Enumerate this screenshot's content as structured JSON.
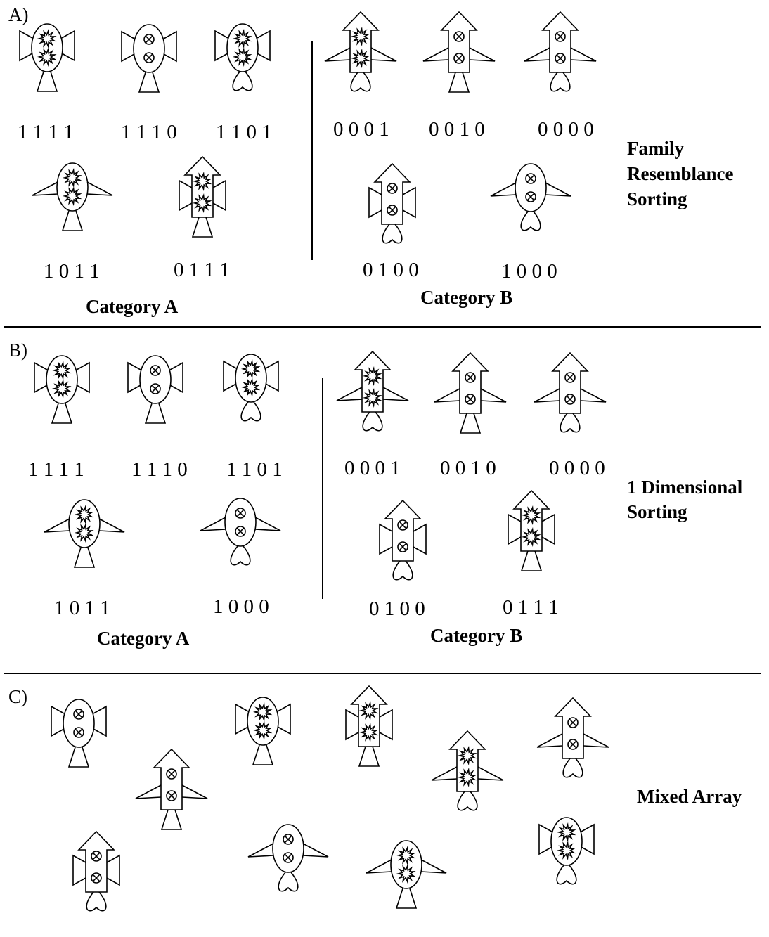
{
  "panels": [
    {
      "label": "A)",
      "title_lines": [
        "Family",
        "Resemblance",
        "Sorting"
      ],
      "category_a": "Category A",
      "category_b": "Category B",
      "codes": [
        "1 1 1 1",
        "1 1 1 0",
        "1 1 0 1",
        "1 0 1 1",
        "0 1 1 1",
        "0 0 0 1",
        "0 0 1 0",
        "0 0 0 0",
        "0 1 0 0",
        "1 0 0 0"
      ]
    },
    {
      "label": "B)",
      "title_lines": [
        "1 Dimensional",
        "Sorting"
      ],
      "category_a": "Category A",
      "category_b": "Category B",
      "codes": [
        "1 1 1 1",
        "1 1 1 0",
        "1 1 0 1",
        "1 0 1 1",
        "1 0 0 0",
        "0 0 0 1",
        "0 0 1 0",
        "0 0 0 0",
        "0 1 0 0",
        "0 1 1 1"
      ]
    },
    {
      "label": "C)",
      "title_lines": [
        "Mixed Array"
      ]
    }
  ]
}
